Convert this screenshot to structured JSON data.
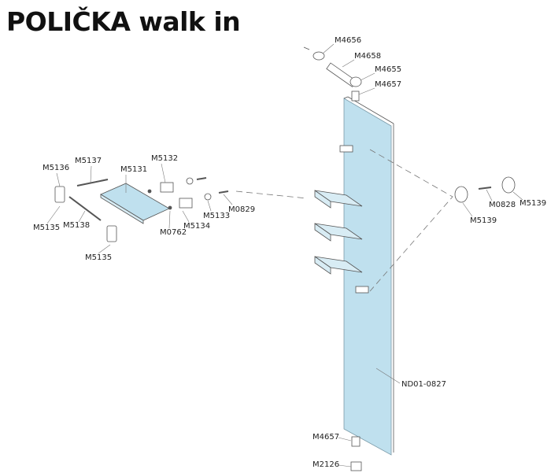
{
  "title": "POLIČKA walk in",
  "colors": {
    "glass": "#bfe0ee",
    "line": "#555555"
  },
  "labels": {
    "m4656": "M4656",
    "m4658": "M4658",
    "m4655": "M4655",
    "m4657_top": "M4657",
    "m5137": "M5137",
    "m5136": "M5136",
    "m5131": "M5131",
    "m5132": "M5132",
    "m5135_a": "M5135",
    "m5138": "M5138",
    "m5135_b": "M5135",
    "m0762": "M0762",
    "m5134": "M5134",
    "m5133": "M5133",
    "m0829": "M0829",
    "m5139_a": "M5139",
    "m0828": "M0828",
    "m5139_b": "M5139",
    "nd01": "ND01-0827",
    "m4657_bottom": "M4657",
    "m2126": "M2126"
  }
}
